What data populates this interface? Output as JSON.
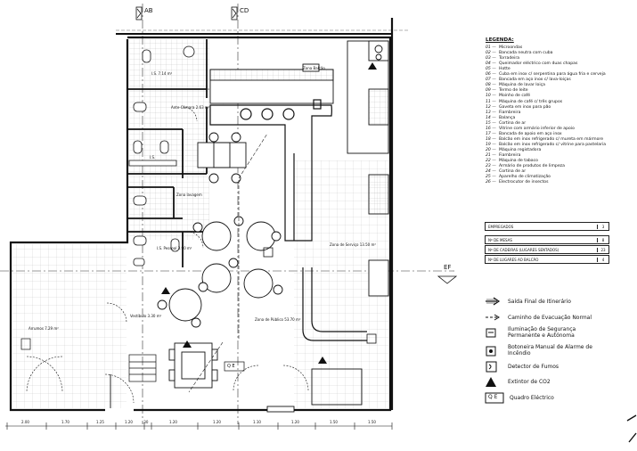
{
  "sections": {
    "ab": "AB",
    "cd": "CD",
    "ef": "EF"
  },
  "rooms": {
    "wc1": "I.S. 7.14 m²",
    "ante_camara": "Ante-Câmara 2.63 m²",
    "wc2": "I.S.",
    "zona_lavagem": "Zona lavagem",
    "balcao": "Zona Balcão",
    "zona_servico": "Zona de Serviço 13.50 m²",
    "vestiario": "I.S. Pessoal 3.90 m²",
    "arrumos": "Arrumos 7.29 m²",
    "vestibulo": "Vestíbulo 3.30 m²",
    "zona_publico": "Zona de Público 53.70 m²"
  },
  "legend": {
    "title": "LEGENDA:",
    "items": [
      {
        "n": "01",
        "t": "Microondas"
      },
      {
        "n": "02",
        "t": "Bancada neutra com cuba"
      },
      {
        "n": "03",
        "t": "Torradeira"
      },
      {
        "n": "04",
        "t": "Queimador eléctrico com duas chapas"
      },
      {
        "n": "05",
        "t": "Hotte"
      },
      {
        "n": "06",
        "t": "Cuba em inox c/ serpentina para água fria e cerveja"
      },
      {
        "n": "07",
        "t": "Bancada em aço inox c/ lava-loiças"
      },
      {
        "n": "08",
        "t": "Máquina de lavar loiça"
      },
      {
        "n": "09",
        "t": "Termo de leite"
      },
      {
        "n": "10",
        "t": "Moinho de café"
      },
      {
        "n": "11",
        "t": "Máquina de café c/ três grupos"
      },
      {
        "n": "12",
        "t": "Gaveta em inox para pão"
      },
      {
        "n": "13",
        "t": "Fiambreira"
      },
      {
        "n": "14",
        "t": "Balança"
      },
      {
        "n": "15",
        "t": "Cortina de ar"
      },
      {
        "n": "16",
        "t": "Vitrine com armário inferior de apoio"
      },
      {
        "n": "17",
        "t": "Bancada de apoio em aço inox"
      },
      {
        "n": "18",
        "t": "Balcão em inox refrigerado c/ mureta em mármore"
      },
      {
        "n": "19",
        "t": "Balcão em inox refrigerado c/ vitrine para pastelaria"
      },
      {
        "n": "20",
        "t": "Máquina registadora"
      },
      {
        "n": "21",
        "t": "Fiambreira"
      },
      {
        "n": "22",
        "t": "Máquina de tabaco"
      },
      {
        "n": "23",
        "t": "Armário de produtos de limpeza"
      },
      {
        "n": "24",
        "t": "Cortina de ar"
      },
      {
        "n": "25",
        "t": "Aparelho de climatização"
      },
      {
        "n": "26",
        "t": "Electrocutor de insectos"
      }
    ]
  },
  "occupancy": {
    "title": "EMPREGADOS",
    "title_value": "3",
    "rows": [
      {
        "label": "Nº DE MESAS",
        "value": "8"
      },
      {
        "label": "Nº DE CADEIRAS (LUGARES SENTADOS)",
        "value": "23"
      },
      {
        "label": "Nº DE LUGARES AO BALCÃO",
        "value": "4"
      }
    ]
  },
  "symbols": {
    "saida": "Saída Final de Itinerário",
    "caminho": "Caminho de Evacuação Normal",
    "iluminacao": "Iluminação de Segurança Permanente e Autónoma",
    "botoneira": "Botoneira Manual de Alarme de Incêndio",
    "detector": "Detector de Fumos",
    "extintor": "Extintor de CO2",
    "quadro": "Quadro Eléctrico",
    "quadro_code": "Q E"
  },
  "dimensions": [
    "2.00",
    "1.70",
    "1.25",
    "1.20",
    ".30",
    "1.20",
    "1.20",
    "1.10",
    "1.20",
    "1.50",
    "1.50"
  ]
}
